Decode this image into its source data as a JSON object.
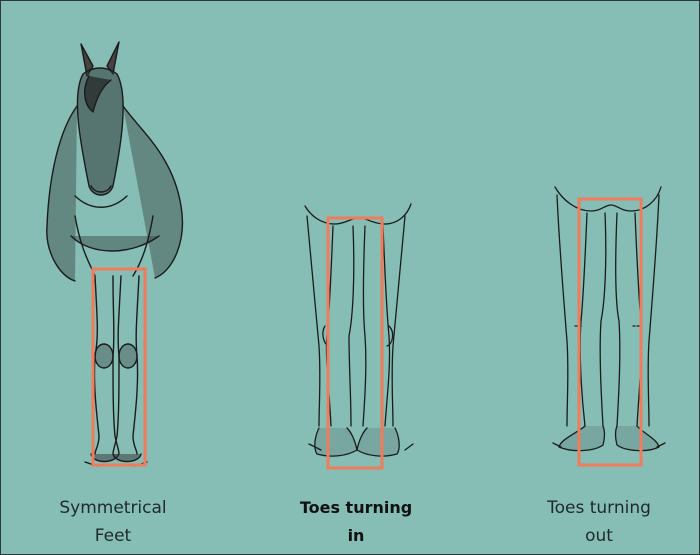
{
  "figures": [
    {
      "caption_lines": [
        "Symmetrical",
        "Feet"
      ]
    },
    {
      "caption_lines": [
        "Toes turning",
        "in"
      ]
    },
    {
      "caption_lines": [
        "Toes turning",
        "out"
      ]
    }
  ],
  "colors": {
    "background": "#86bdb5",
    "highlight_box": "#f07c5c",
    "sketch_ink": "#1b1b1b"
  }
}
